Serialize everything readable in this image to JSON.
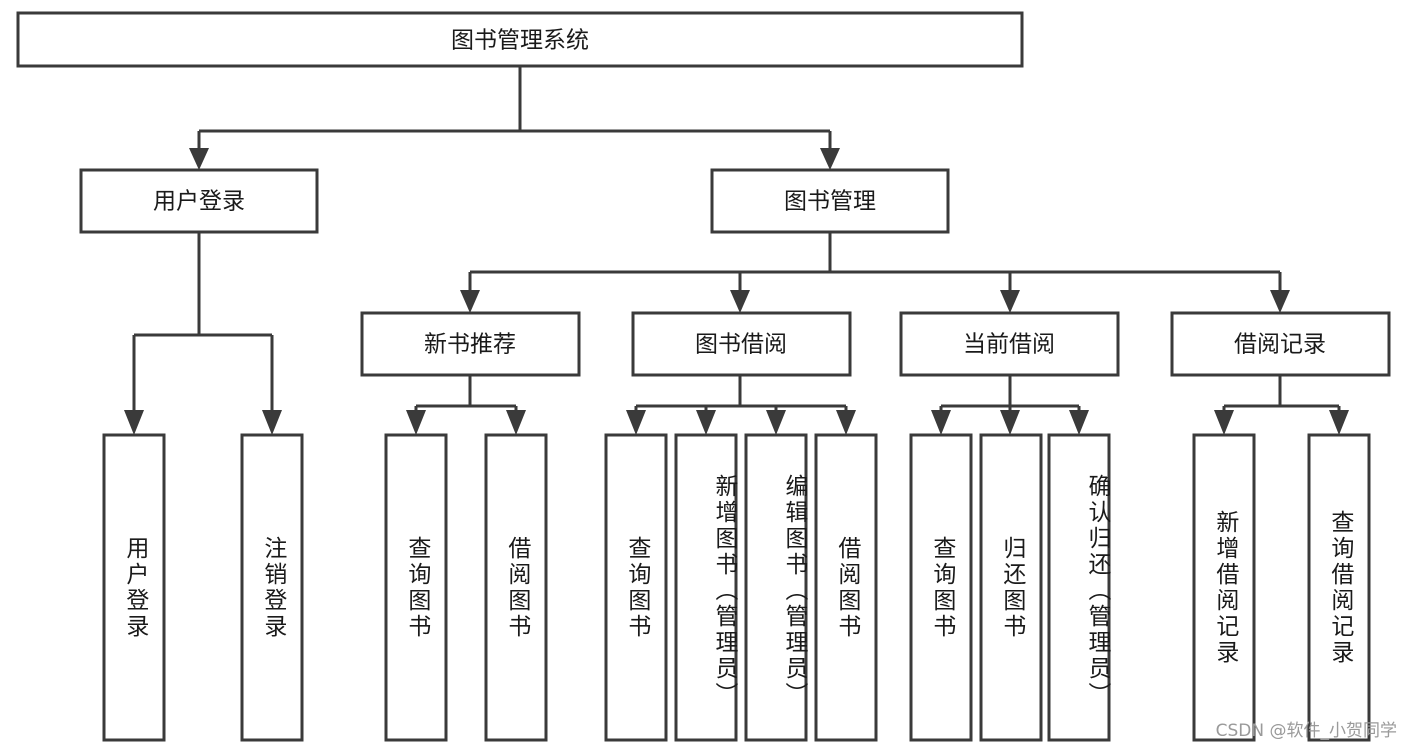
{
  "diagram": {
    "type": "tree",
    "title": "图书管理系统",
    "orientation": "top-down",
    "background_color": "#ffffff",
    "box_stroke_color": "#3a3a3a",
    "box_fill_color": "#ffffff",
    "text_color": "#1a1a1a",
    "connector_color": "#3a3a3a"
  },
  "root": {
    "label": "图书管理系统",
    "text_direction": "horizontal"
  },
  "level2": [
    {
      "label": "用户登录",
      "text_direction": "horizontal"
    },
    {
      "label": "图书管理",
      "text_direction": "horizontal"
    }
  ],
  "level3": [
    {
      "label": "新书推荐",
      "text_direction": "horizontal"
    },
    {
      "label": "图书借阅",
      "text_direction": "horizontal"
    },
    {
      "label": "当前借阅",
      "text_direction": "horizontal"
    },
    {
      "label": "借阅记录",
      "text_direction": "horizontal"
    }
  ],
  "leaves": {
    "user_login": [
      {
        "label": "用户登录",
        "text_direction": "vertical"
      },
      {
        "label": "注销登录",
        "text_direction": "vertical"
      }
    ],
    "new_book_recommend": [
      {
        "label": "查询图书",
        "text_direction": "vertical"
      },
      {
        "label": "借阅图书",
        "text_direction": "vertical"
      }
    ],
    "book_borrow": [
      {
        "label": "查询图书",
        "text_direction": "vertical"
      },
      {
        "label": "新增图书（管理员）",
        "text_direction": "vertical"
      },
      {
        "label": "编辑图书（管理员）",
        "text_direction": "vertical"
      },
      {
        "label": "借阅图书",
        "text_direction": "vertical"
      }
    ],
    "current_borrow": [
      {
        "label": "查询图书",
        "text_direction": "vertical"
      },
      {
        "label": "归还图书",
        "text_direction": "vertical"
      },
      {
        "label": "确认归还（管理员）",
        "text_direction": "vertical"
      }
    ],
    "borrow_record": [
      {
        "label": "新增借阅记录",
        "text_direction": "vertical"
      },
      {
        "label": "查询借阅记录",
        "text_direction": "vertical"
      }
    ]
  },
  "watermark": {
    "text": "CSDN @软件_小贺同学",
    "color": "#9a9a9a"
  }
}
